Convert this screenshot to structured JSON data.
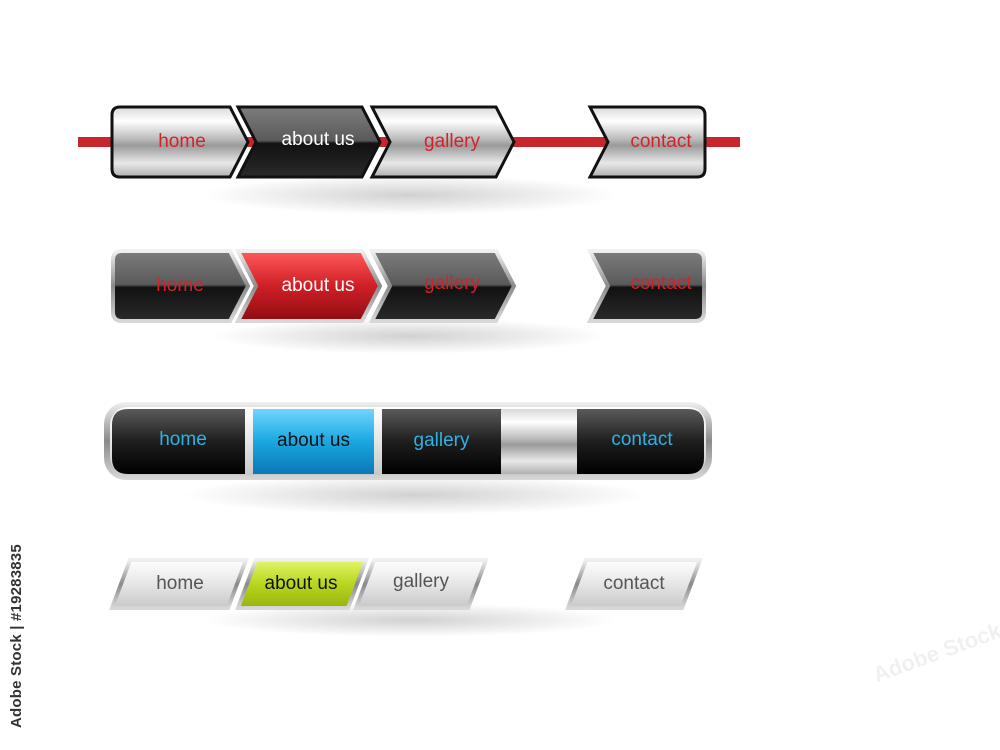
{
  "nav_sets": [
    {
      "id": "chrome-arrows",
      "items": [
        {
          "label": "home",
          "active": false
        },
        {
          "label": "about us",
          "active": true
        },
        {
          "label": "gallery",
          "active": false
        },
        {
          "label": "contact",
          "active": false
        }
      ],
      "text_color": "#d2232a",
      "active_text_color": "#ffffff",
      "accent_line_color": "#c8252d"
    },
    {
      "id": "dark-arrows",
      "items": [
        {
          "label": "home",
          "active": false
        },
        {
          "label": "about us",
          "active": true
        },
        {
          "label": "gallery",
          "active": false
        },
        {
          "label": "contact",
          "active": false
        }
      ],
      "text_color": "#d2232a",
      "active_text_color": "#ffffff",
      "active_color": "#d01f26"
    },
    {
      "id": "pill-bar",
      "items": [
        {
          "label": "home",
          "active": false
        },
        {
          "label": "about us",
          "active": true
        },
        {
          "label": "gallery",
          "active": false
        },
        {
          "label": "contact",
          "active": false
        }
      ],
      "text_color": "#2ab4e6",
      "active_text_color": "#111111",
      "active_color": "#1aa7e0"
    },
    {
      "id": "slanted-tabs",
      "items": [
        {
          "label": "home",
          "active": false
        },
        {
          "label": "about us",
          "active": true
        },
        {
          "label": "gallery",
          "active": false
        },
        {
          "label": "contact",
          "active": false
        }
      ],
      "text_color": "#555555",
      "active_text_color": "#111111",
      "active_color": "#b8d61e"
    }
  ],
  "watermark": {
    "side_text": "Adobe Stock | #19283835",
    "logo_text": "Adobe Stock"
  }
}
